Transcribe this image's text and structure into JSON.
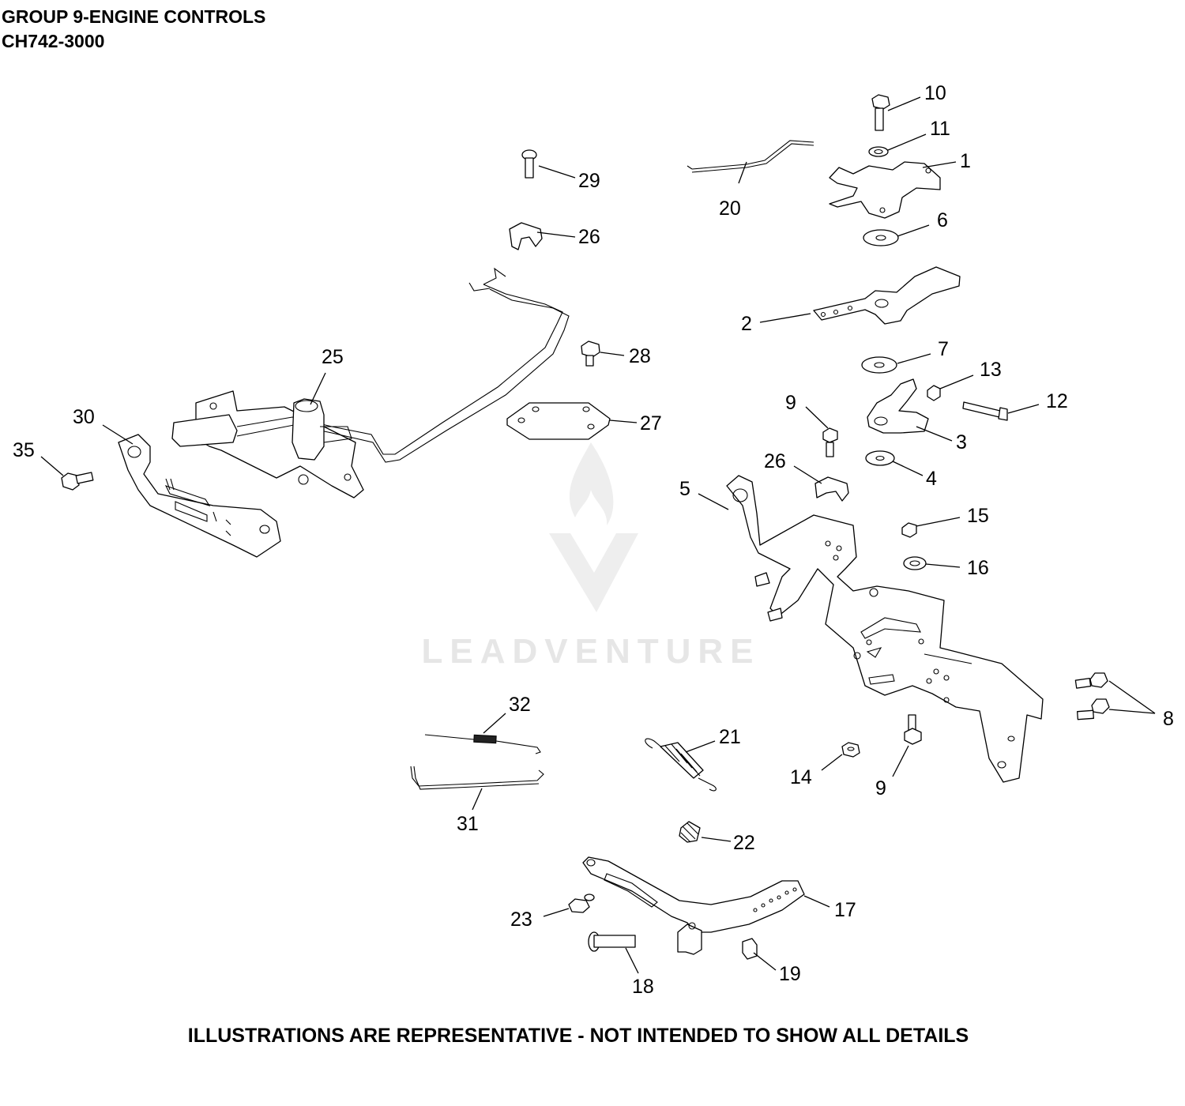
{
  "header": {
    "title": "GROUP 9-ENGINE CONTROLS",
    "model": "CH742-3000"
  },
  "footer": {
    "note": "ILLUSTRATIONS ARE REPRESENTATIVE - NOT INTENDED TO SHOW ALL DETAILS"
  },
  "watermark": {
    "brand": "LEADVENTURE",
    "logo": "leadventure-flame-logo"
  },
  "callouts": {
    "c1": "1",
    "c2": "2",
    "c3": "3",
    "c4": "4",
    "c5": "5",
    "c6": "6",
    "c7": "7",
    "c8": "8",
    "c9a": "9",
    "c9b": "9",
    "c10": "10",
    "c11": "11",
    "c12": "12",
    "c13": "13",
    "c14": "14",
    "c15": "15",
    "c16": "16",
    "c17": "17",
    "c18": "18",
    "c19": "19",
    "c20": "20",
    "c21": "21",
    "c22": "22",
    "c23": "23",
    "c25": "25",
    "c26a": "26",
    "c26b": "26",
    "c27": "27",
    "c28": "28",
    "c29": "29",
    "c30": "30",
    "c31": "31",
    "c32": "32",
    "c35": "35"
  }
}
